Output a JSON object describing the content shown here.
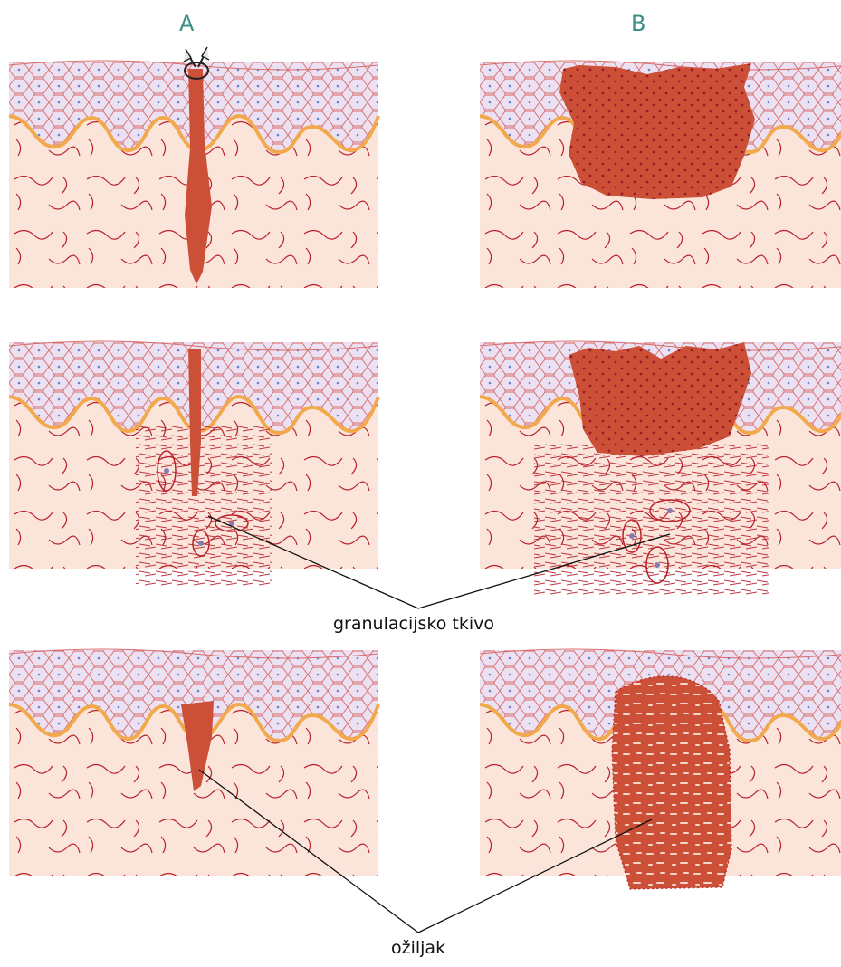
{
  "columns": {
    "a": "A",
    "b": "B"
  },
  "labels": {
    "granulation": "granulacijsko tkivo",
    "scar": "ožiljak"
  },
  "colors": {
    "dermis": "#fbe5db",
    "epidermis": "#ece1f2",
    "cell_lines": "#d86a6a",
    "basement": "#f2a94c",
    "wound": "#cc5038",
    "fibers": "#b8202a",
    "leader": "#111111"
  },
  "icons": {
    "suture": "suture-icon"
  }
}
